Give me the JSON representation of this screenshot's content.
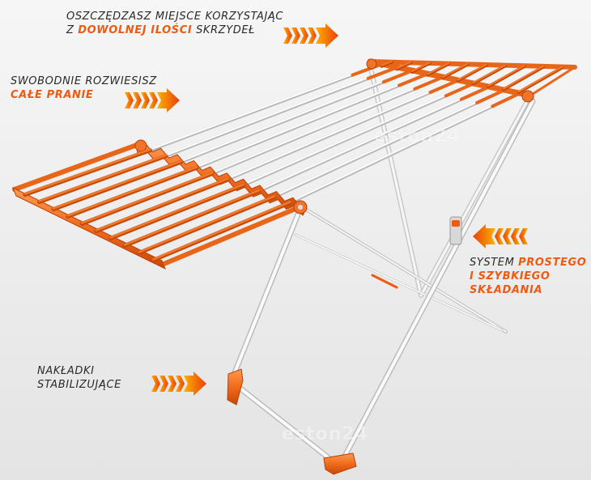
{
  "captions": {
    "top": {
      "line1": "OSZCZĘDZASZ MIEJSCE KORZYSTAJĄC",
      "line2_prefix": "Z ",
      "line2_highlight": "DOWOLNEJ ILOŚCI",
      "line2_suffix": " SKRZYDEŁ"
    },
    "left": {
      "line1": "SWOBODNIE ROZWIESISZ",
      "line2_highlight": "CAŁE PRANIE"
    },
    "right": {
      "line1_prefix": "SYSTEM ",
      "line1_highlight": "PROSTEGO",
      "line2_highlight": "I SZYBKIEGO",
      "line3_highlight": "SKŁADANIA"
    },
    "bottom": {
      "line1": "NAKŁADKI",
      "line2": "STABILIZUJĄCE"
    }
  },
  "watermark": "eston24",
  "colors": {
    "accent_orange": "#ee5a12",
    "arrow_start": "#ffb000",
    "arrow_end": "#e8400a",
    "frame_white": "#f4f4f4",
    "background": "#f0f0f0"
  },
  "icons": {
    "arrow_right": "arrow-right-icon",
    "arrow_left": "arrow-left-icon"
  }
}
